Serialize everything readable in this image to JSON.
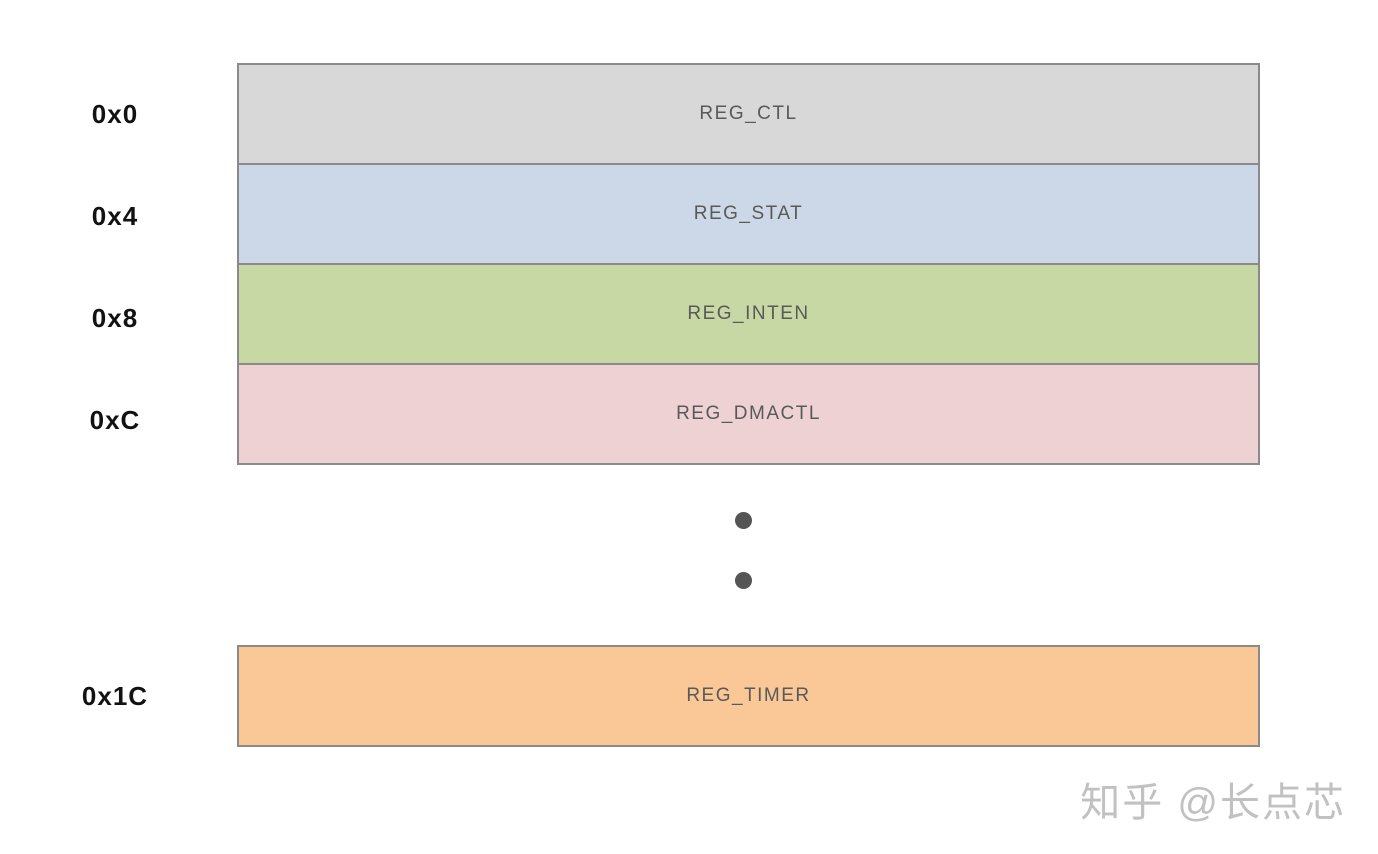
{
  "diagram": {
    "registers": [
      {
        "address": "0x0",
        "name": "REG_CTL",
        "color": "#d8d8d8"
      },
      {
        "address": "0x4",
        "name": "REG_STAT",
        "color": "#ccd8e8"
      },
      {
        "address": "0x8",
        "name": "REG_INTEN",
        "color": "#c8d8a4"
      },
      {
        "address": "0xC",
        "name": "REG_DMACTL",
        "color": "#eed2d3"
      },
      {
        "address": "0x1C",
        "name": "REG_TIMER",
        "color": "#fac897"
      }
    ],
    "border_color": "#8a8a8a",
    "ellipsis_dot_color": "#555555"
  },
  "watermark": {
    "text": "知乎 @长点芯",
    "color": "#c1c1c1"
  }
}
